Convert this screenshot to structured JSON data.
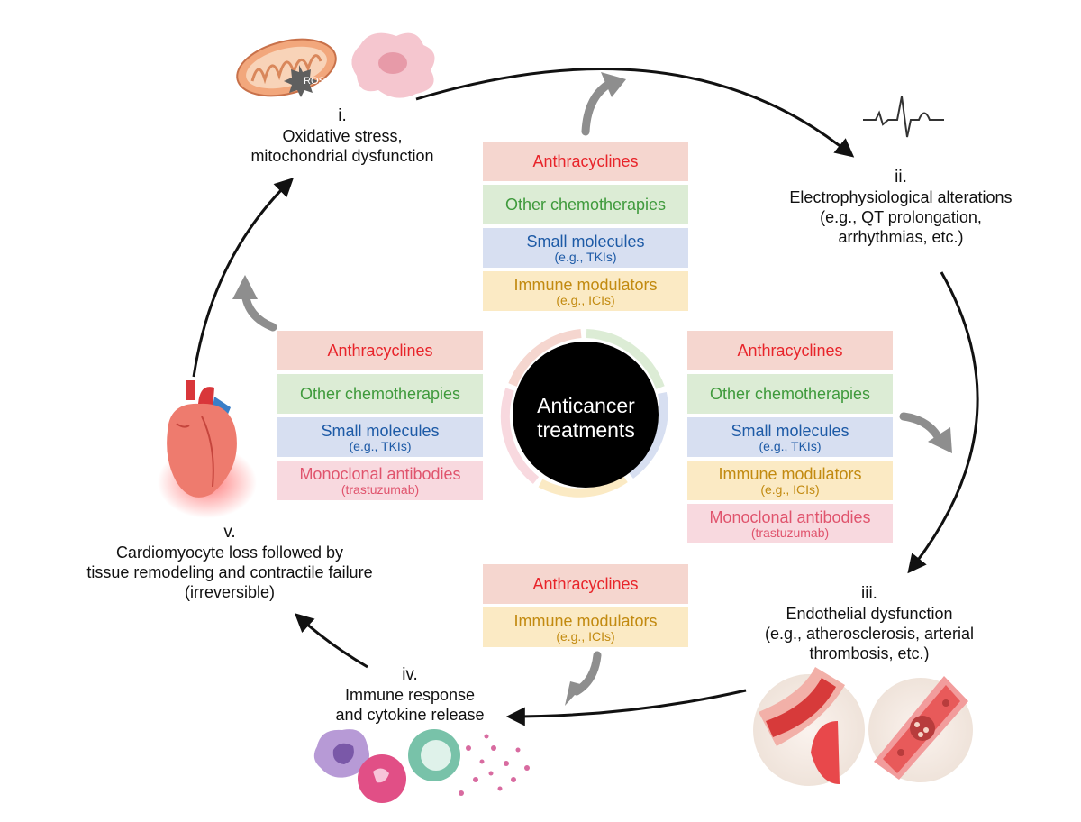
{
  "center": {
    "line1": "Anticancer",
    "line2": "treatments"
  },
  "ros_label": "ROS",
  "stages": {
    "i": {
      "num": "i.",
      "line1": "Oxidative stress,",
      "line2": "mitochondrial dysfunction"
    },
    "ii": {
      "num": "ii.",
      "line1": "Electrophysiological alterations",
      "line2": "(e.g., QT prolongation,",
      "line3": "arrhythmias, etc.)"
    },
    "iii": {
      "num": "iii.",
      "line1": "Endothelial dysfunction",
      "line2": "(e.g., atherosclerosis, arterial",
      "line3": "thrombosis, etc.)"
    },
    "iv": {
      "num": "iv.",
      "line1": "Immune response",
      "line2": "and cytokine release"
    },
    "v": {
      "num": "v.",
      "line1": "Cardiomyocyte loss followed by",
      "line2": "tissue remodeling and contractile failure",
      "line3": "(irreversible)"
    }
  },
  "groups": {
    "top": {
      "anthracyclines": "Anthracyclines",
      "other": "Other chemotherapies",
      "small": "Small molecules",
      "small_sub": "(e.g., TKIs)",
      "immune": "Immune modulators",
      "immune_sub": "(e.g., ICIs)"
    },
    "left": {
      "anthracyclines": "Anthracyclines",
      "other": "Other chemotherapies",
      "small": "Small molecules",
      "small_sub": "(e.g., TKIs)",
      "mono": "Monoclonal antibodies",
      "mono_sub": "(trastuzumab)"
    },
    "right": {
      "anthracyclines": "Anthracyclines",
      "other": "Other chemotherapies",
      "small": "Small molecules",
      "small_sub": "(e.g., TKIs)",
      "immune": "Immune modulators",
      "immune_sub": "(e.g., ICIs)",
      "mono": "Monoclonal antibodies",
      "mono_sub": "(trastuzumab)"
    },
    "bottom": {
      "anthracyclines": "Anthracyclines",
      "immune": "Immune modulators",
      "immune_sub": "(e.g., ICIs)"
    }
  },
  "colors": {
    "anthracyclines": "#e8242a",
    "other_chemotherapies": "#3f9a3c",
    "small_molecules": "#1d5aa6",
    "immune_modulators": "#c28a10",
    "monoclonal_antibodies": "#e0546d",
    "center": "#000000",
    "cycle_arrow": "#111111",
    "influence_arrow": "#8e8e8e"
  },
  "icons": [
    "mitochondrion-icon",
    "cardiomyocyte-icon",
    "ecg-trace-icon",
    "atherosclerotic-artery-icon",
    "thrombosed-vessel-icon",
    "immune-cells-icon",
    "cytokines-icon",
    "heart-icon"
  ]
}
